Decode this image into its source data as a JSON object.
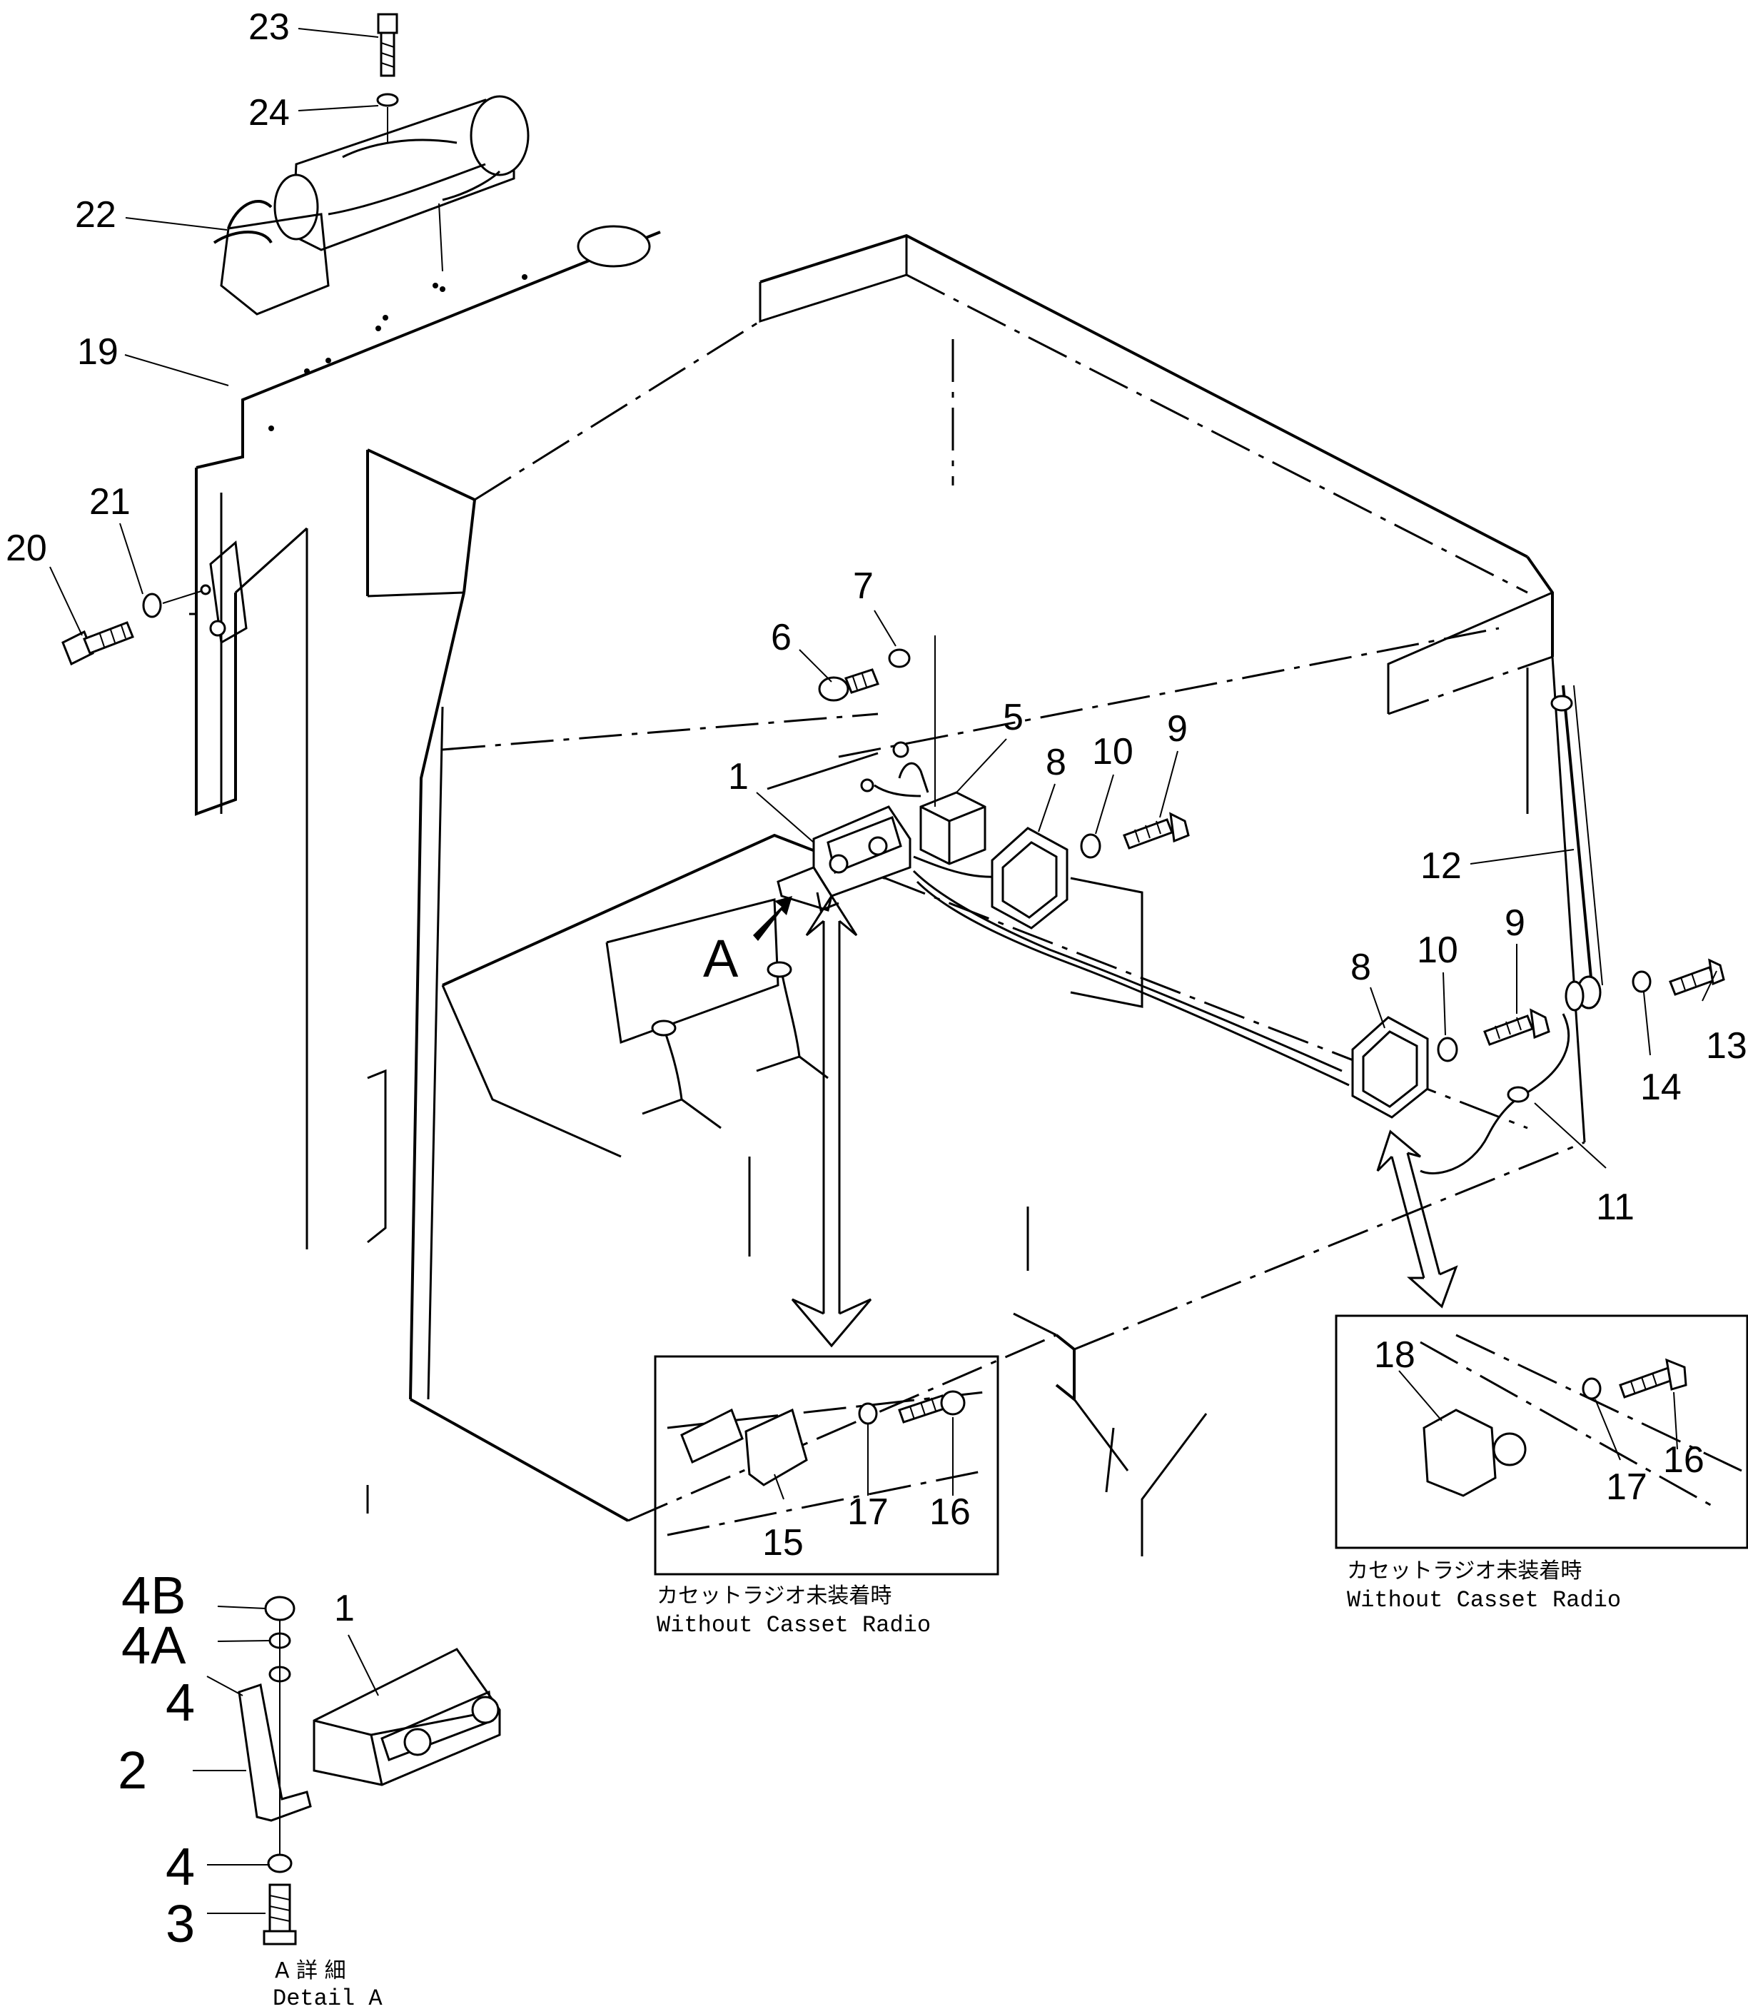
{
  "diagram": {
    "callouts": [
      {
        "id": "c23",
        "text": "23"
      },
      {
        "id": "c24",
        "text": "24"
      },
      {
        "id": "c22",
        "text": "22"
      },
      {
        "id": "c19",
        "text": "19"
      },
      {
        "id": "c21",
        "text": "21"
      },
      {
        "id": "c20",
        "text": "20"
      },
      {
        "id": "c7",
        "text": "7"
      },
      {
        "id": "c6",
        "text": "6"
      },
      {
        "id": "c5",
        "text": "5"
      },
      {
        "id": "c1",
        "text": "1"
      },
      {
        "id": "c8a",
        "text": "8"
      },
      {
        "id": "c10a",
        "text": "10"
      },
      {
        "id": "c9a",
        "text": "9"
      },
      {
        "id": "c12",
        "text": "12"
      },
      {
        "id": "c8b",
        "text": "8"
      },
      {
        "id": "c10b",
        "text": "10"
      },
      {
        "id": "c9b",
        "text": "9"
      },
      {
        "id": "c13",
        "text": "13"
      },
      {
        "id": "c14",
        "text": "14"
      },
      {
        "id": "c11",
        "text": "11"
      },
      {
        "id": "cA",
        "text": "A"
      },
      {
        "id": "c15",
        "text": "15"
      },
      {
        "id": "c17a",
        "text": "17"
      },
      {
        "id": "c16a",
        "text": "16"
      },
      {
        "id": "c18",
        "text": "18"
      },
      {
        "id": "c16b",
        "text": "16"
      },
      {
        "id": "c17b",
        "text": "17"
      },
      {
        "id": "c4B",
        "text": "4B"
      },
      {
        "id": "c4A",
        "text": "4A"
      },
      {
        "id": "c4a",
        "text": "4"
      },
      {
        "id": "c2",
        "text": "2"
      },
      {
        "id": "c4b",
        "text": "4"
      },
      {
        "id": "c3",
        "text": "3"
      },
      {
        "id": "c1d",
        "text": "1"
      }
    ],
    "captions": {
      "inset_left_jp": "カセットラジオ未装着時",
      "inset_left_en": "Without  Casset  Radio",
      "inset_right_jp": "カセットラジオ未装着時",
      "inset_right_en": "Without  Casset  Radio",
      "detail_jp": "A 詳 細",
      "detail_en": "Detail A"
    }
  }
}
